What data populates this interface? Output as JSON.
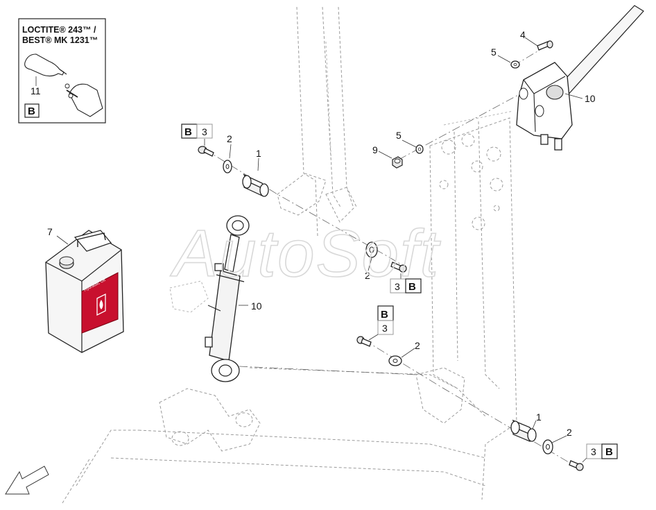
{
  "legend": {
    "line1": "LOCTITE® 243™ /",
    "line2": "BEST® MK 1231™",
    "item_number": "11",
    "tag": "B"
  },
  "callouts": {
    "c1_top": "1",
    "c1_bottom": "1",
    "c2_top": "2",
    "c2_mid": "2",
    "c2_lower": "2",
    "c2_bottom": "2",
    "c3_top": "3",
    "c3_mid": "3",
    "c3_lower": "3",
    "c3_bottom": "3",
    "c4": "4",
    "c5_top": "5",
    "c5_mid": "5",
    "c7": "7",
    "c9": "9",
    "c10_valve": "10",
    "c10_cylinder": "10"
  },
  "b_tags": {
    "top": "B",
    "mid": "B",
    "lower": "B",
    "bottom": "B"
  },
  "oil_can": {
    "label": "Hydraulic Oil"
  },
  "watermark": "AutoSoft",
  "colors": {
    "oil_label": "#c8102e",
    "line": "#222222",
    "ghost": "#9a9a9a"
  }
}
